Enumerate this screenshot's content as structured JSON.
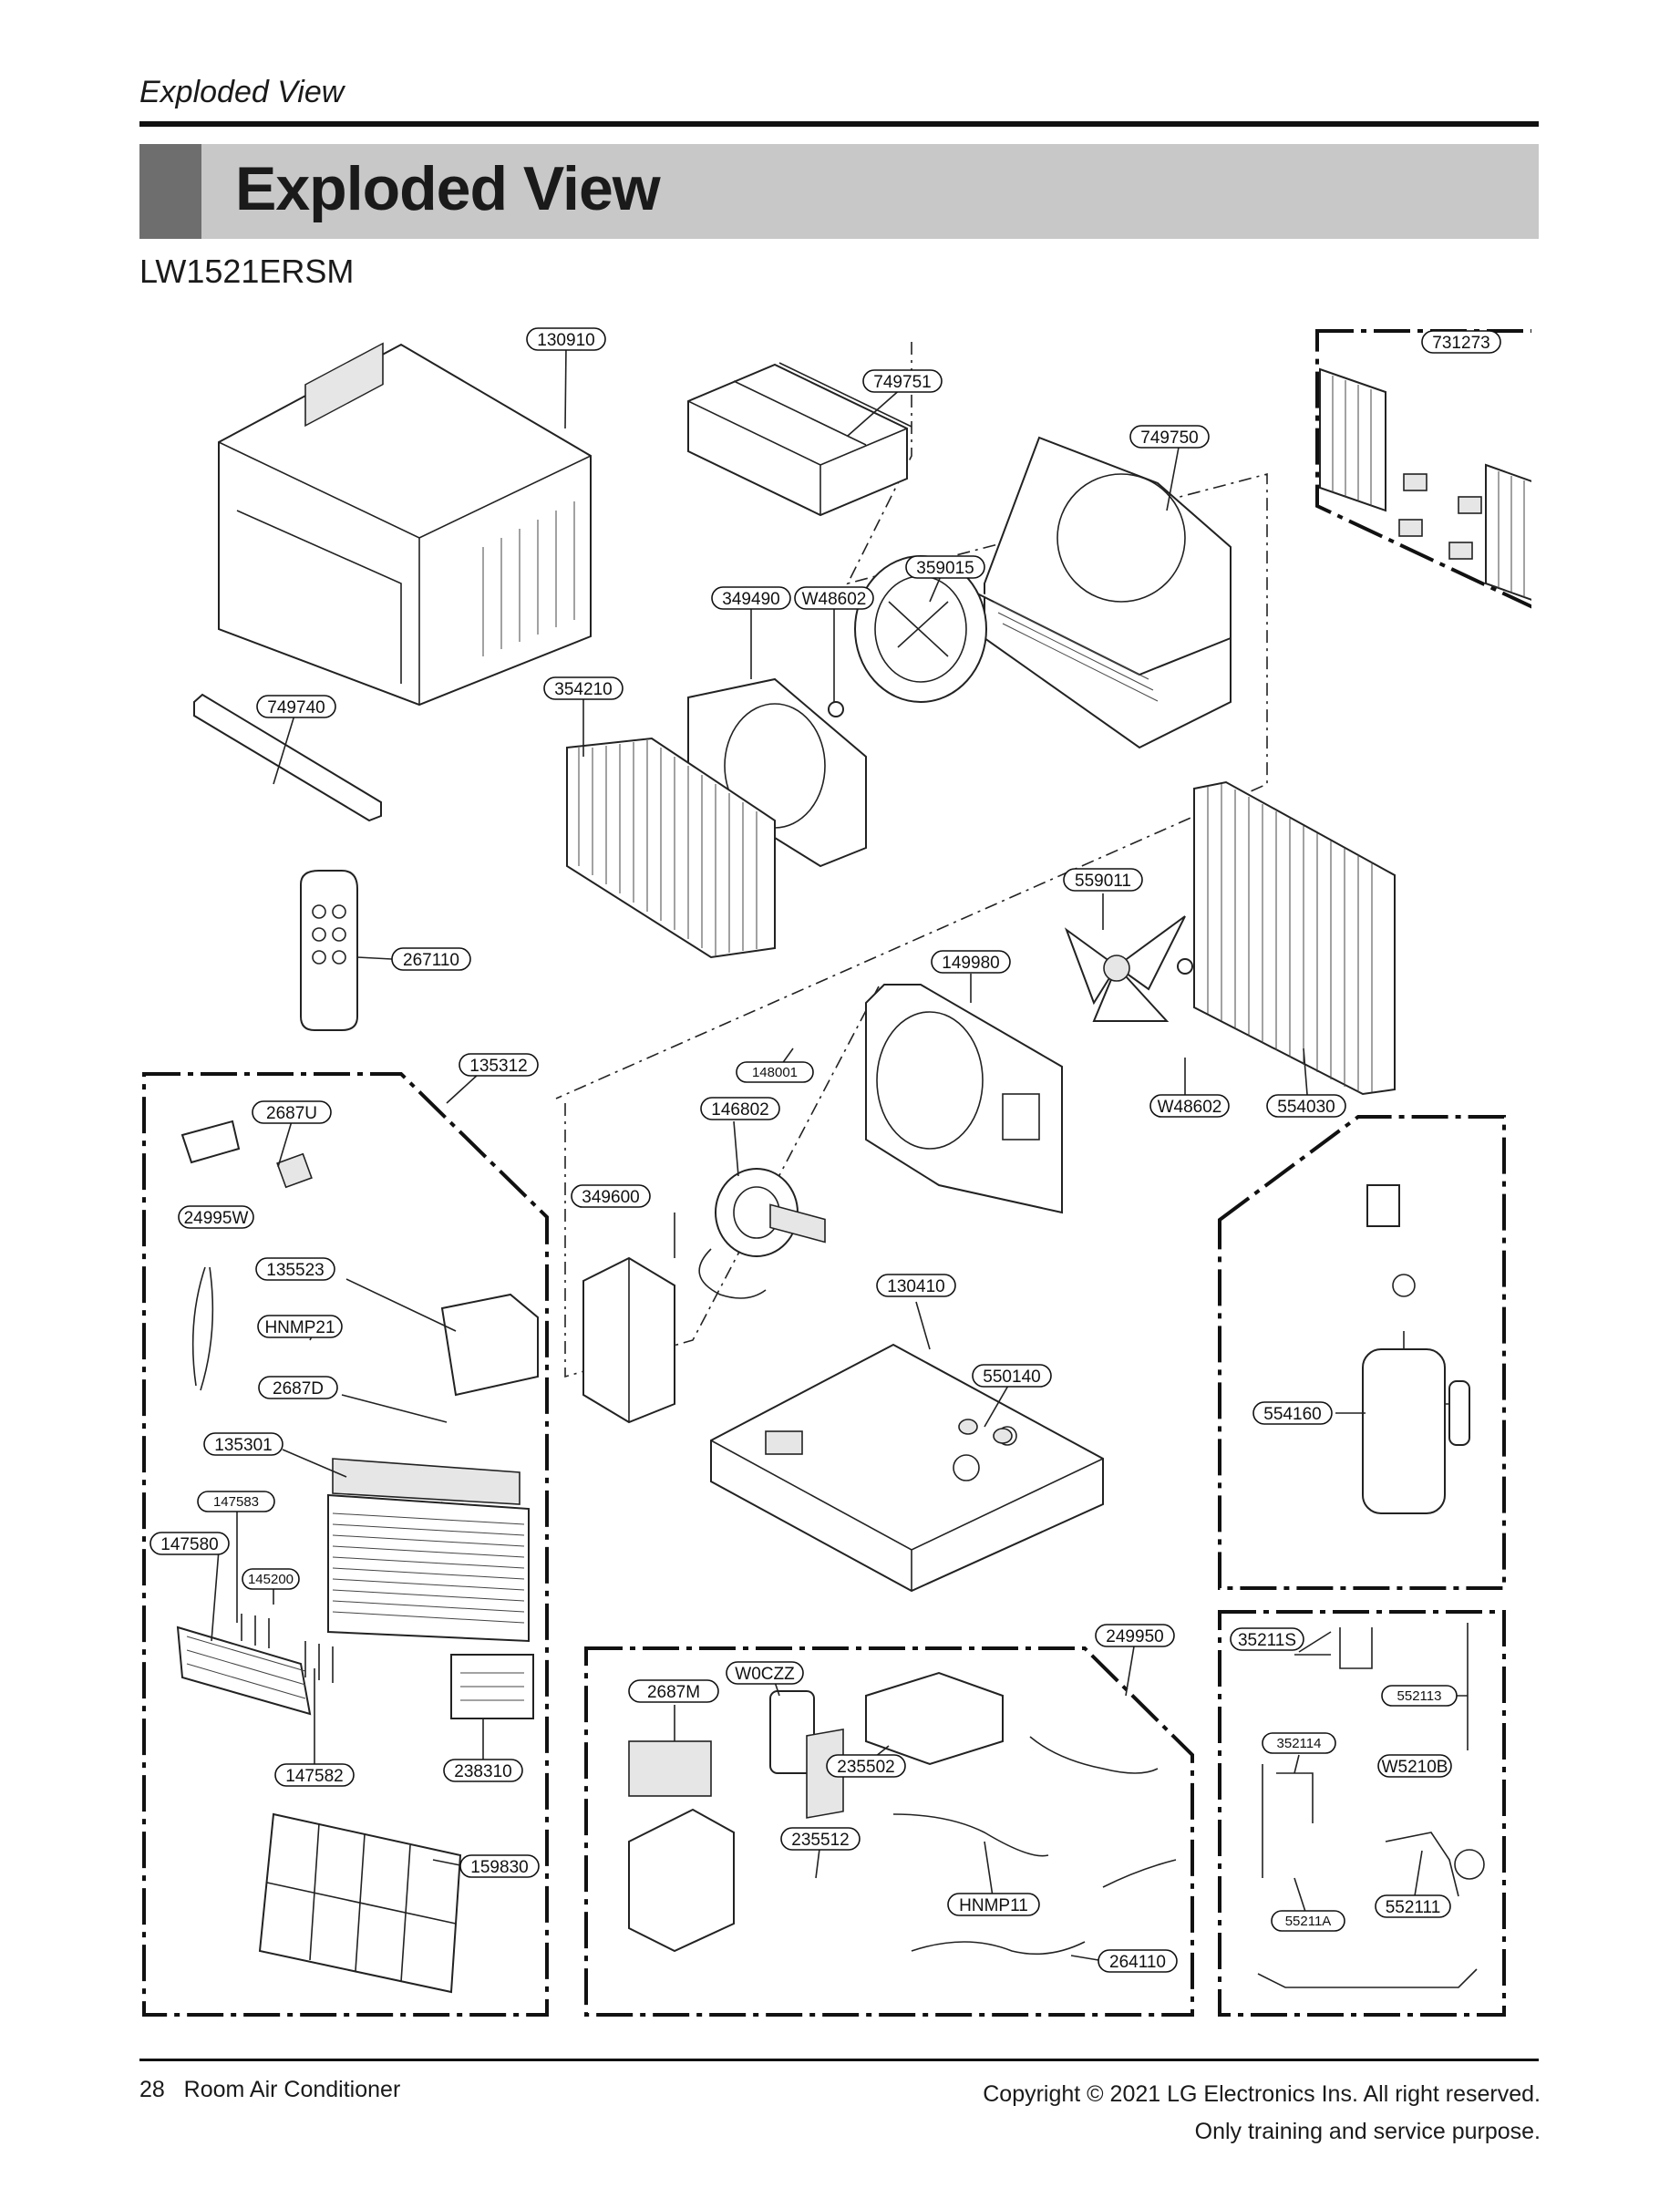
{
  "header": {
    "section_label": "Exploded View",
    "title": "Exploded View",
    "model": "LW1521ERSM"
  },
  "parts": {
    "p130910": "130910",
    "p749751": "749751",
    "p749750": "749750",
    "p731273": "731273",
    "p359015": "359015",
    "p349490": "349490",
    "pW48602a": "W48602",
    "p354210": "354210",
    "p749740": "749740",
    "p559011": "559011",
    "p267110": "267110",
    "p149980": "149980",
    "p135312": "135312",
    "p148001": "148001",
    "p2687U": "2687U",
    "p146802": "146802",
    "pW48602b": "W48602",
    "p554030": "554030",
    "p24995W": "24995W",
    "p349600": "349600",
    "p135523": "135523",
    "p130410": "130410",
    "pHNMP21": "HNMP21",
    "p550140": "550140",
    "p2687D": "2687D",
    "p554160": "554160",
    "p135301": "135301",
    "p147583": "147583",
    "p147580": "147580",
    "p145200": "145200",
    "p249950": "249950",
    "p35211S": "35211S",
    "pW0CZZ": "W0CZZ",
    "p552113": "552113",
    "p2687M": "2687M",
    "p352114": "352114",
    "p147582": "147582",
    "p238310": "238310",
    "p235502": "235502",
    "pW5210B": "W5210B",
    "p235512": "235512",
    "p159830": "159830",
    "pHNMP11": "HNMP11",
    "p552111": "552111",
    "p55211A": "55211A",
    "p264110": "264110"
  },
  "footer": {
    "page_number": "28",
    "manual_name": "Room Air Conditioner",
    "copyright": "Copyright © 2021 LG Electronics Ins. All right reserved.",
    "note": "Only training and service purpose."
  }
}
